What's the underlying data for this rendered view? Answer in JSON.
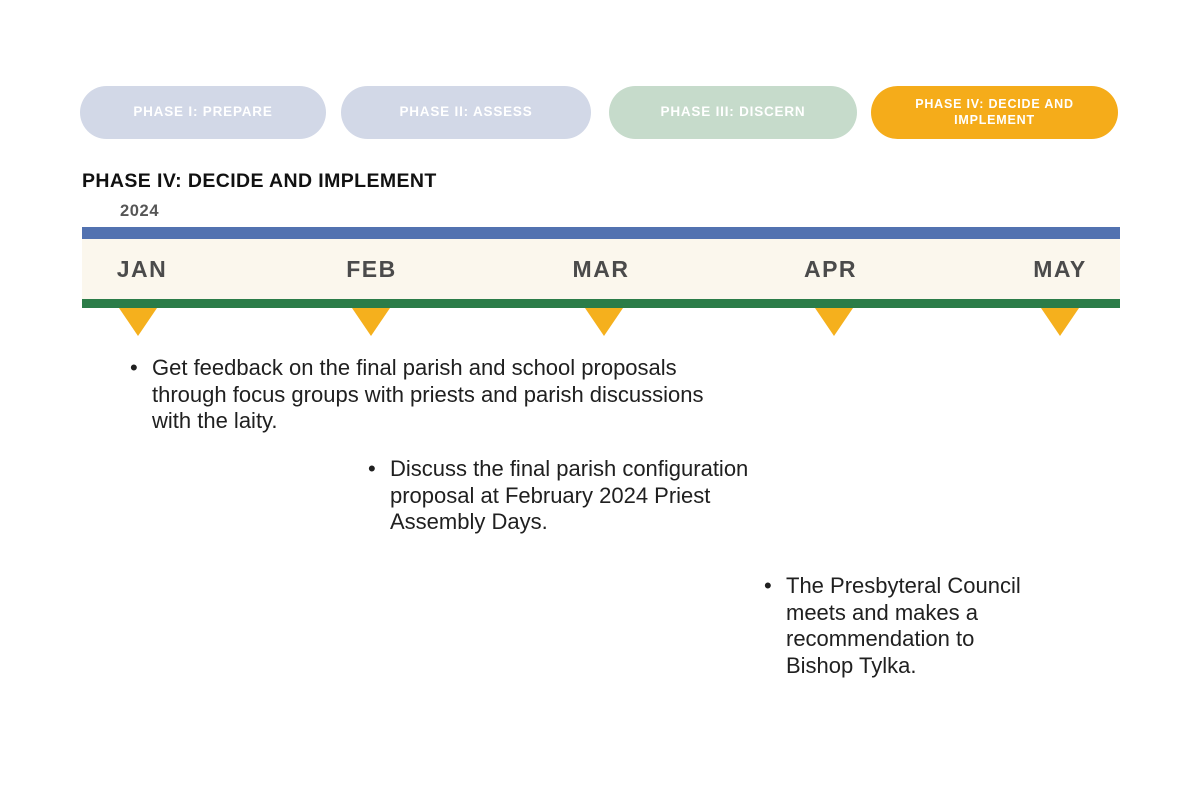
{
  "phase_tabs": [
    {
      "label": "PHASE I: PREPARE",
      "bg": "#d2d8e7",
      "text_color": "#ffffff",
      "active": false
    },
    {
      "label": "PHASE II: ASSESS",
      "bg": "#d2d8e7",
      "text_color": "#ffffff",
      "active": false
    },
    {
      "label": "PHASE III: DISCERN",
      "bg": "#c6dbcb",
      "text_color": "#ffffff",
      "active": false
    },
    {
      "label": "PHASE IV: DECIDE AND IMPLEMENT",
      "bg": "#f5ac1a",
      "text_color": "#ffffff",
      "active": true
    }
  ],
  "section": {
    "title": "PHASE IV: DECIDE AND IMPLEMENT",
    "year": "2024"
  },
  "timeline": {
    "months": [
      "JAN",
      "FEB",
      "MAR",
      "APR",
      "MAY"
    ],
    "bar_top_color": "#5272b0",
    "band_color": "#fbf7ed",
    "bar_bottom_color": "#2b7c48",
    "marker_color": "#f5b01d",
    "marker_icon": "triangle-down"
  },
  "bullet_char": "•",
  "bullets": [
    {
      "text": "Get feedback on the final parish and school proposals\nthrough focus groups with priests and parish discussions\nwith the laity."
    },
    {
      "text": "Discuss the final parish configuration\nproposal at February 2024 Priest\nAssembly Days."
    },
    {
      "text": "The Presbyteral Council\nmeets and makes a\nrecommendation to\nBishop Tylka."
    }
  ]
}
